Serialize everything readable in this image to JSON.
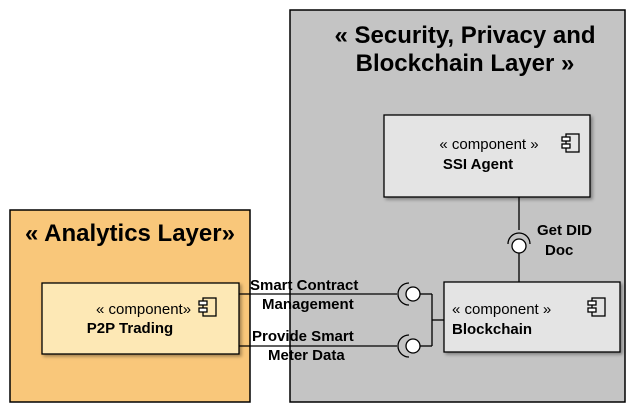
{
  "colors": {
    "security_layer_fill": "#c4c4c4",
    "component_fill_gray": "#e4e4e4",
    "analytics_layer_fill": "#f9c77a",
    "component_fill_orange": "#fde8b5",
    "line": "#000000"
  },
  "security_layer": {
    "title_line1": "« Security, Privacy and",
    "title_line2": "Blockchain Layer »"
  },
  "analytics_layer": {
    "title": "« Analytics Layer»"
  },
  "components": {
    "ssi_agent": {
      "stereotype": "« component »",
      "name": "SSI Agent",
      "icon": "component-icon"
    },
    "blockchain": {
      "stereotype": "« component »",
      "name": "Blockchain",
      "icon": "component-icon"
    },
    "p2p_trading": {
      "stereotype": "« component»",
      "name": "P2P Trading",
      "icon": "component-icon"
    }
  },
  "interfaces": {
    "get_did_doc": {
      "line1": "Get DID",
      "line2": "Doc"
    },
    "smart_contract": {
      "line1": "Smart Contract",
      "line2": "Management"
    },
    "smart_meter": {
      "line1": "Provide Smart",
      "line2": "Meter Data"
    }
  }
}
